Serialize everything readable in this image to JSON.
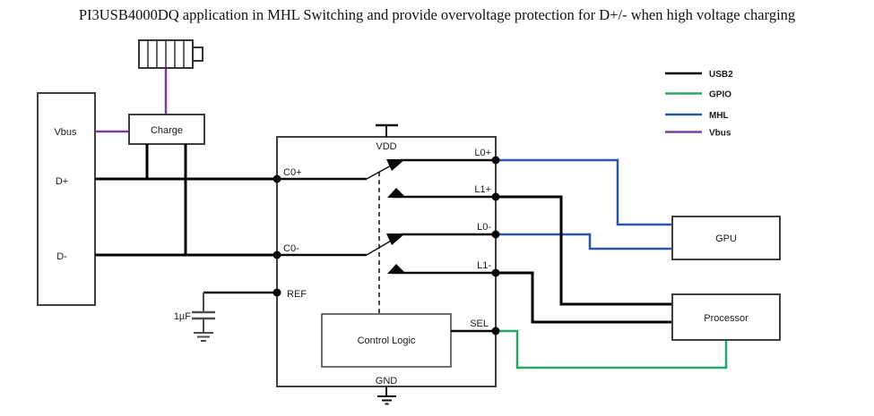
{
  "title": "PI3USB4000DQ application in MHL Switching and provide overvoltage protection for D+/- when high voltage charging",
  "colors": {
    "black": "#0a0a0a",
    "usb2": "#000000",
    "gpio": "#2ba567",
    "mhl": "#2d56a5",
    "vbus": "#7b3f9b",
    "box_border": "#3f3f3f",
    "battery_divider": "#666666",
    "cap_gray": "#4d4d4d"
  },
  "legend": {
    "items": [
      {
        "label": "USB2",
        "color": "#000000"
      },
      {
        "label": "GPIO",
        "color": "#2ba567"
      },
      {
        "label": "MHL",
        "color": "#2d56a5"
      },
      {
        "label": "Vbus",
        "color": "#7b3f9b"
      }
    ]
  },
  "connector": {
    "vbus_label": "Vbus",
    "dplus_label": "D+",
    "dminus_label": "D-"
  },
  "charge": {
    "label": "Charge"
  },
  "chip": {
    "vdd": "VDD",
    "gnd": "GND",
    "c0_plus": "C0+",
    "c0_minus": "C0-",
    "ref": "REF",
    "sel": "SEL",
    "l0_plus": "L0+",
    "l1_plus": "L1+",
    "l0_minus": "L0-",
    "l1_minus": "L1-",
    "control_logic_label": "Control Logic"
  },
  "capacitor": {
    "label": "1µF"
  },
  "gpu": {
    "label": "GPU"
  },
  "processor": {
    "label": "Processor"
  }
}
